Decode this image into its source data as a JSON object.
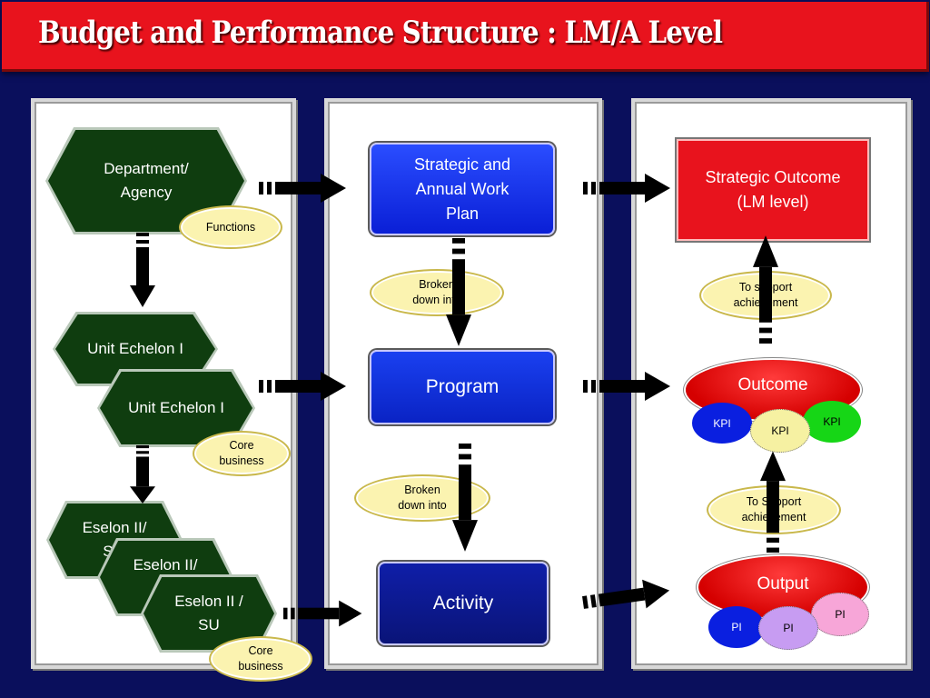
{
  "title": "Budget and Performance Structure : LM/A Level",
  "left": {
    "department": [
      "Department/",
      "Agency"
    ],
    "functions": "Functions",
    "unit1": "Unit Echelon I",
    "unit2": "Unit Echelon I",
    "core1": [
      "Core",
      "business"
    ],
    "eselon1": [
      "Eselon II/",
      "Sat"
    ],
    "eselon2": [
      "Eselon II/",
      "S"
    ],
    "eselon3": [
      "Eselon II /",
      "SU"
    ],
    "core2": [
      "Core",
      "business"
    ]
  },
  "middle": {
    "strategic_plan": [
      "Strategic and",
      "Annual Work",
      "Plan"
    ],
    "broken1": [
      "Broken",
      "down into"
    ],
    "program": "Program",
    "broken2": [
      "Broken",
      "down into"
    ],
    "activity": "Activity"
  },
  "right": {
    "strategic_outcome": [
      "Strategic Outcome",
      "(LM level)"
    ],
    "support1": [
      "To support",
      "achievement"
    ],
    "outcome": "Outcome",
    "kpi1": "KPI",
    "kpi2": "KPI",
    "kpi3": "KPI",
    "support2": [
      "To Support",
      "achievement"
    ],
    "output": "Output",
    "pi1": "PI",
    "pi2": "PI",
    "pi3": "PI"
  },
  "colors": {
    "background": "#0a0f5c",
    "title_bar": "#e8131d",
    "octagon": "#0f3d0f",
    "label_ellipse": "#fbf3b0",
    "program_blue": "#1a40f0",
    "outcome_red": "#d50000"
  }
}
